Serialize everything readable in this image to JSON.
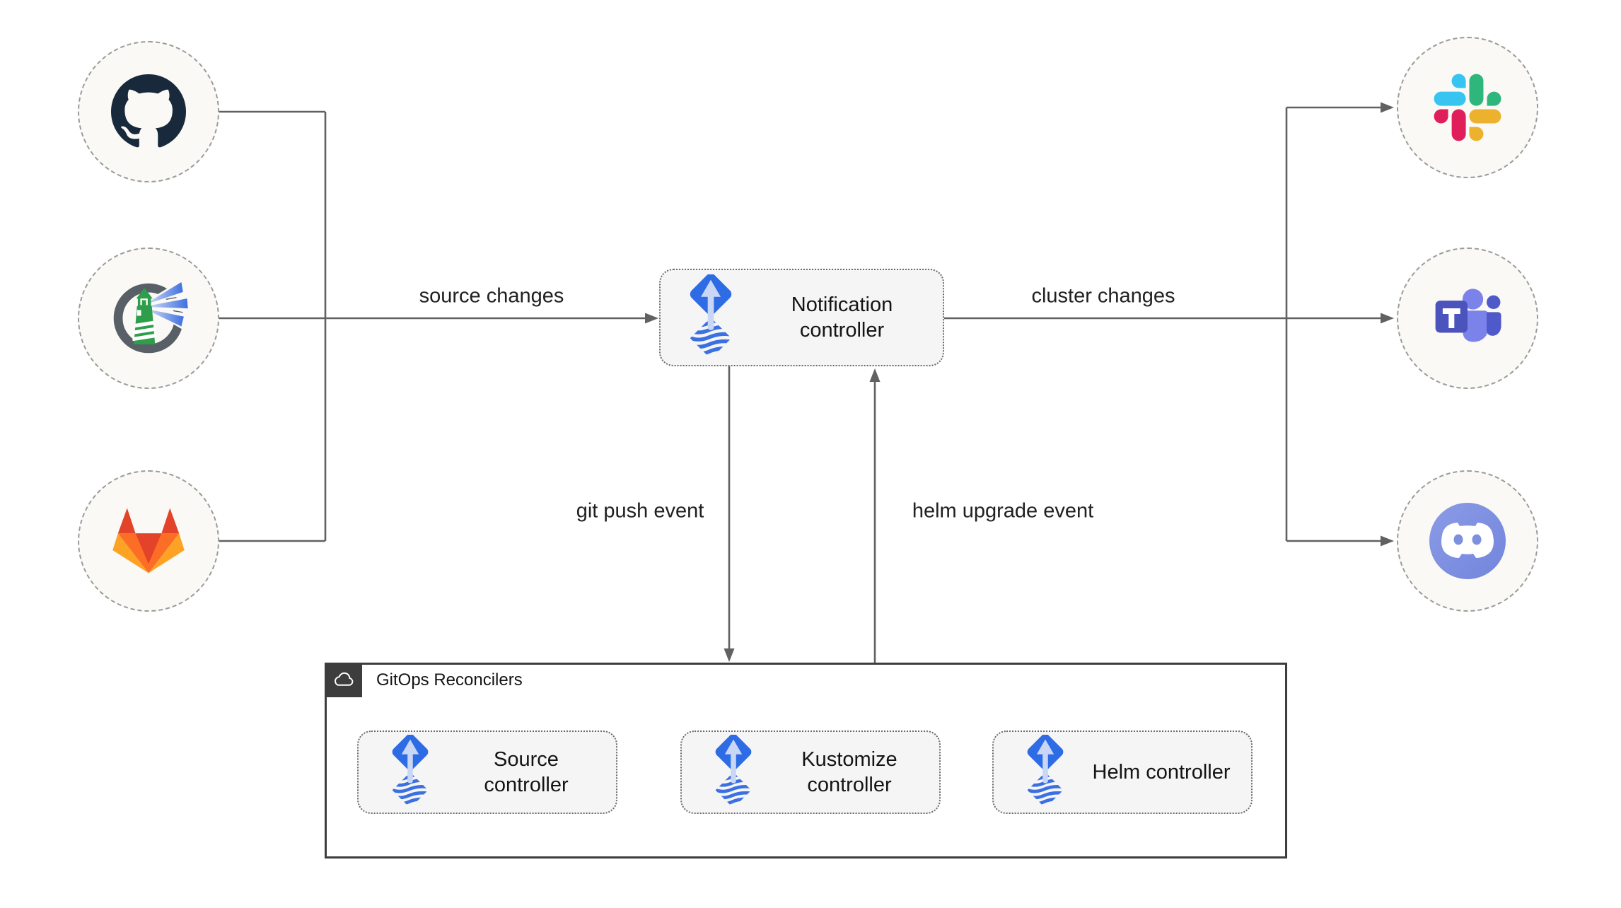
{
  "edges": {
    "source_changes": "source changes",
    "cluster_changes": "cluster changes",
    "git_push_event": "git push event",
    "helm_upgrade_event": "helm upgrade event"
  },
  "nodes": {
    "notification": {
      "label": "Notification controller",
      "icon": "flux-icon"
    },
    "source": {
      "label": "Source controller",
      "icon": "flux-icon"
    },
    "kustomize": {
      "label": "Kustomize controller",
      "icon": "flux-icon"
    },
    "helm": {
      "label": "Helm controller",
      "icon": "flux-icon"
    }
  },
  "group": {
    "title": "GitOps Reconcilers",
    "icon": "cloud-icon"
  },
  "sources": [
    {
      "name": "GitHub",
      "icon": "github-icon"
    },
    {
      "name": "Harbor",
      "icon": "harbor-icon"
    },
    {
      "name": "GitLab",
      "icon": "gitlab-icon"
    }
  ],
  "targets": [
    {
      "name": "Slack",
      "icon": "slack-icon"
    },
    {
      "name": "Microsoft Teams",
      "icon": "teams-icon"
    },
    {
      "name": "Discord",
      "icon": "discord-icon"
    }
  ],
  "colors": {
    "flux_blue": "#2e6ce5",
    "flux_arrow_light": "#c9d7f5",
    "connector_gray": "#616161",
    "node_fill": "#f5f5f5",
    "circle_fill": "#faf9f5",
    "circle_border": "#9b9b9b",
    "group_border": "#3d3d3d",
    "github_dark": "#17293a",
    "gitlab_red": "#e24329",
    "gitlab_orange": "#fc6d26",
    "gitlab_yellow": "#fca326",
    "slack_blue": "#36c5f0",
    "slack_green": "#2eb67d",
    "slack_yellow": "#ecb22e",
    "slack_red": "#e01e5a",
    "teams_purple": "#4b53bc",
    "discord_blurple": "#7d90e0",
    "harbor_green": "#2f9e4a"
  }
}
